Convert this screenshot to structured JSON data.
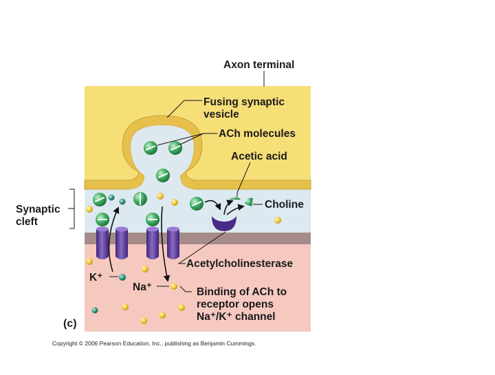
{
  "figure": {
    "panel_label": "(c)",
    "labels": {
      "axon_terminal": "Axon terminal",
      "fusing_vesicle": "Fusing synaptic vesicle",
      "ach_molecules": "ACh molecules",
      "acetic_acid": "Acetic acid",
      "choline": "Choline",
      "synaptic_cleft": "Synaptic cleft",
      "acetylcholinesterase": "Acetylcholinesterase",
      "k_ion": "K⁺",
      "na_ion": "Na⁺",
      "binding_ach": "Binding of ACh to receptor opens Na⁺/K⁺ channel"
    },
    "copyright": "Copyright © 2006 Pearson Education, Inc., publishing as Benjamin Cummings."
  },
  "colors": {
    "axon": "#f7df78",
    "membrane": "#e6c04a",
    "vesicle_fill": "#dde9ef",
    "cleft": "#dce9f0",
    "postsynaptic": "#f6c9c0",
    "post_membrane": "#a58c8a",
    "channel": "#6a4aa0",
    "ach": "#3aaa5e",
    "na_ion": "#f3c735",
    "k_ion": "#2e8f7a",
    "enzyme": "#4a2a86",
    "arrow": "#111111"
  }
}
